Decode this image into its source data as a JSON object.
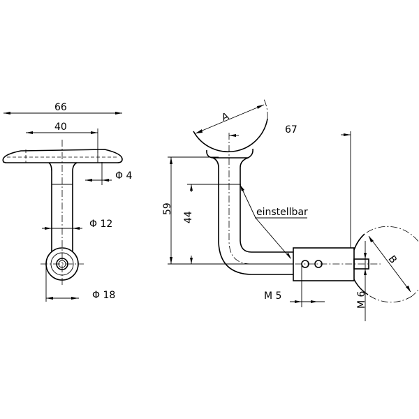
{
  "drawing": {
    "front_view": {
      "dim_overall_width": "66",
      "dim_hole_spacing": "40",
      "dim_hole_diameter": "Φ 4",
      "dim_post_diameter": "Φ 12",
      "dim_base_diameter": "Φ 18"
    },
    "side_view": {
      "dim_chord": "A",
      "dim_projection": "67",
      "dim_total_height": "59",
      "dim_height": "44",
      "note_adjustable": "einstellbar",
      "dim_screw": "M 5",
      "dim_thread": "M 6",
      "dim_wall_arc": "B"
    }
  }
}
